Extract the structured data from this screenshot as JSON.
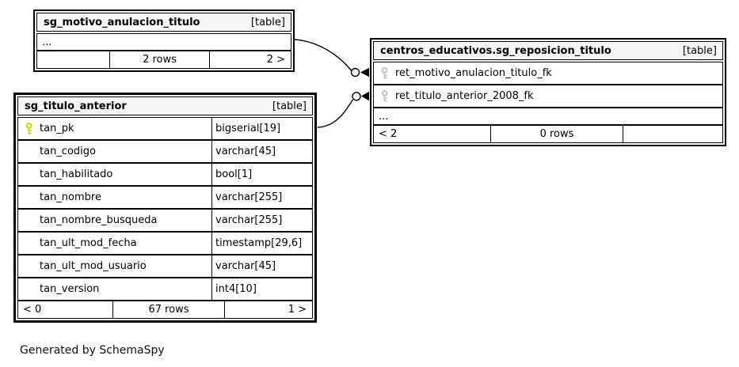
{
  "note": "Generated by SchemaSpy",
  "ellipsis": "...",
  "colors": {
    "primary_key": "#d6d600",
    "foreign_key": "#c4c4c4",
    "header_bg": "#f5f5f5",
    "border": "#000000"
  },
  "tables": {
    "motivo": {
      "title": "sg_motivo_anulacion_titulo",
      "badge": "[table]",
      "footer": {
        "left": "",
        "center": "2 rows",
        "right": "2 >"
      }
    },
    "titulo_anterior": {
      "title": "sg_titulo_anterior",
      "badge": "[table]",
      "columns": [
        {
          "name": "tan_pk",
          "type": "bigserial[19]",
          "key": "primary"
        },
        {
          "name": "tan_codigo",
          "type": "varchar[45]",
          "key": ""
        },
        {
          "name": "tan_habilitado",
          "type": "bool[1]",
          "key": ""
        },
        {
          "name": "tan_nombre",
          "type": "varchar[255]",
          "key": ""
        },
        {
          "name": "tan_nombre_busqueda",
          "type": "varchar[255]",
          "key": ""
        },
        {
          "name": "tan_ult_mod_fecha",
          "type": "timestamp[29,6]",
          "key": ""
        },
        {
          "name": "tan_ult_mod_usuario",
          "type": "varchar[45]",
          "key": ""
        },
        {
          "name": "tan_version",
          "type": "int4[10]",
          "key": ""
        }
      ],
      "footer": {
        "left": "< 0",
        "center": "67 rows",
        "right": "1 >"
      }
    },
    "reposicion": {
      "title": "centros_educativos.sg_reposicion_titulo",
      "badge": "[table]",
      "columns": [
        {
          "name": "ret_motivo_anulacion_titulo_fk",
          "key": "foreign"
        },
        {
          "name": "ret_titulo_anterior_2008_fk",
          "key": "foreign"
        }
      ],
      "footer": {
        "left": "< 2",
        "center": "0 rows",
        "right": ""
      }
    }
  }
}
